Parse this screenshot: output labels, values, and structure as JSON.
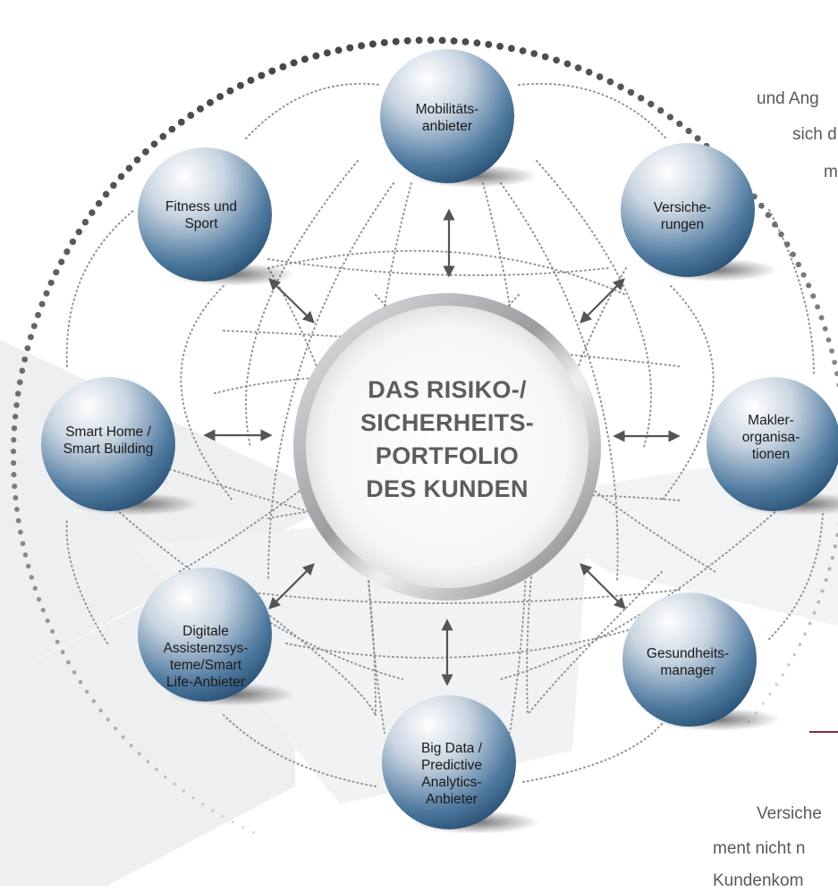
{
  "center": {
    "lines": [
      "DAS RISIKO-/",
      "SICHERHEITS-",
      "PORTFOLIO",
      "DES KUNDEN"
    ]
  },
  "nodes": [
    {
      "id": "mobility",
      "lines": [
        "Mobilitäts-",
        "anbieter"
      ]
    },
    {
      "id": "insurance",
      "lines": [
        "Versiche-",
        "rungen"
      ]
    },
    {
      "id": "broker",
      "lines": [
        "Makler-",
        "organisa-",
        "tionen"
      ]
    },
    {
      "id": "health",
      "lines": [
        "Gesundheits-",
        "manager"
      ]
    },
    {
      "id": "big-data",
      "lines": [
        "Big Data /",
        "Predictive",
        "Analytics-",
        "Anbieter"
      ]
    },
    {
      "id": "assistants",
      "lines": [
        "Digitale",
        "Assistenzsys-",
        "teme/Smart",
        "Life-Anbieter"
      ]
    },
    {
      "id": "smart-home",
      "lines": [
        "Smart Home /",
        "Smart Building"
      ]
    },
    {
      "id": "fitness",
      "lines": [
        "Fitness und",
        "Sport"
      ]
    }
  ],
  "side_text": {
    "top_right": [
      "und Ang",
      "sich d",
      "m"
    ],
    "bottom_right": [
      "Versiche",
      "ment nicht n",
      "Kundenkom"
    ]
  },
  "colors": {
    "sphere_dark": "#2d5a82",
    "sphere_light": "#ffffff",
    "arrow": "#555555",
    "dots": "#b3b7bb",
    "center_text": "#5b5d61",
    "accent_rule": "#8a2b3d"
  }
}
